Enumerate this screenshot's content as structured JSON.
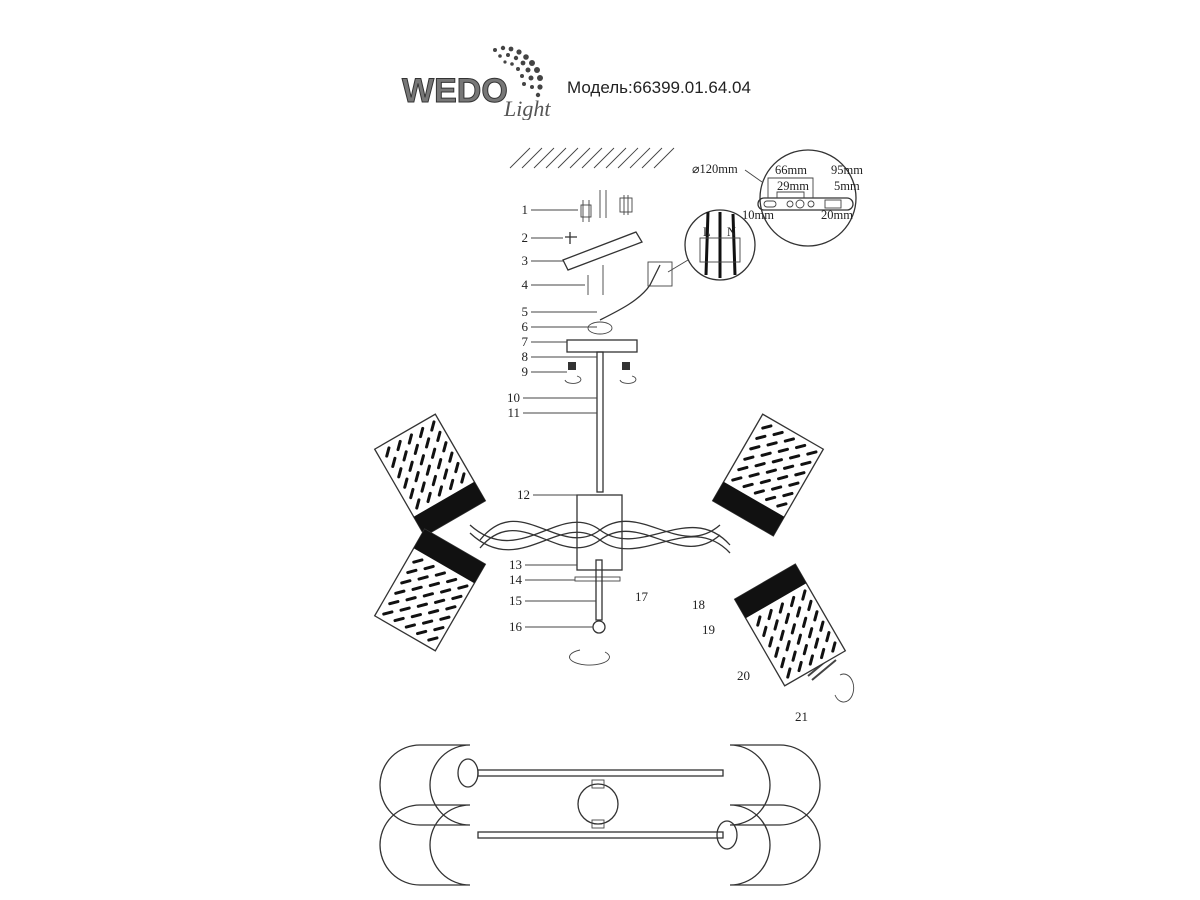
{
  "header": {
    "logo_text": "WEDO Light",
    "model_label": "Модель:66399.01.64.04"
  },
  "dimensions": {
    "diameter": "⌀120mm",
    "d66": "66mm",
    "d29": "29mm",
    "d95": "95mm",
    "d5": "5mm",
    "d10": "10mm",
    "d20": "20mm"
  },
  "terminal": {
    "live": "L",
    "neutral": "N"
  },
  "parts": [
    "1",
    "2",
    "3",
    "4",
    "5",
    "6",
    "7",
    "8",
    "9",
    "10",
    "11",
    "12",
    "13",
    "14",
    "15",
    "16",
    "17",
    "18",
    "19",
    "20",
    "21"
  ]
}
